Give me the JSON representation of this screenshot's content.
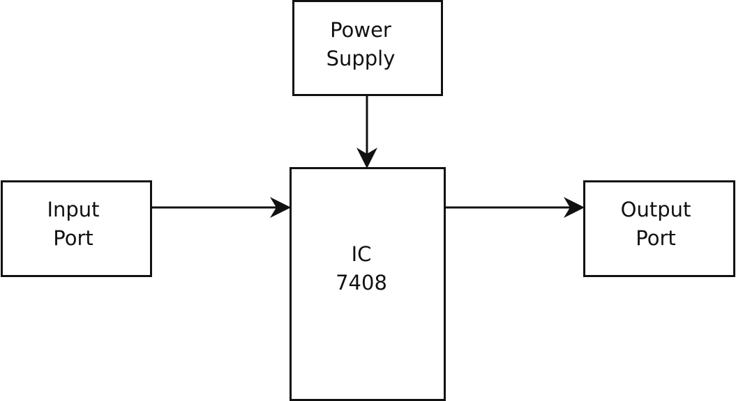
{
  "blocks": {
    "power_supply": {
      "line1": "Power",
      "line2": "Supply"
    },
    "input_port": {
      "line1": "Input",
      "line2": "Port"
    },
    "ic": {
      "line1": "IC",
      "line2": "7408"
    },
    "output_port": {
      "line1": "Output",
      "line2": "Port"
    }
  },
  "connections": [
    {
      "from": "power_supply",
      "to": "ic"
    },
    {
      "from": "input_port",
      "to": "ic"
    },
    {
      "from": "ic",
      "to": "output_port"
    }
  ]
}
